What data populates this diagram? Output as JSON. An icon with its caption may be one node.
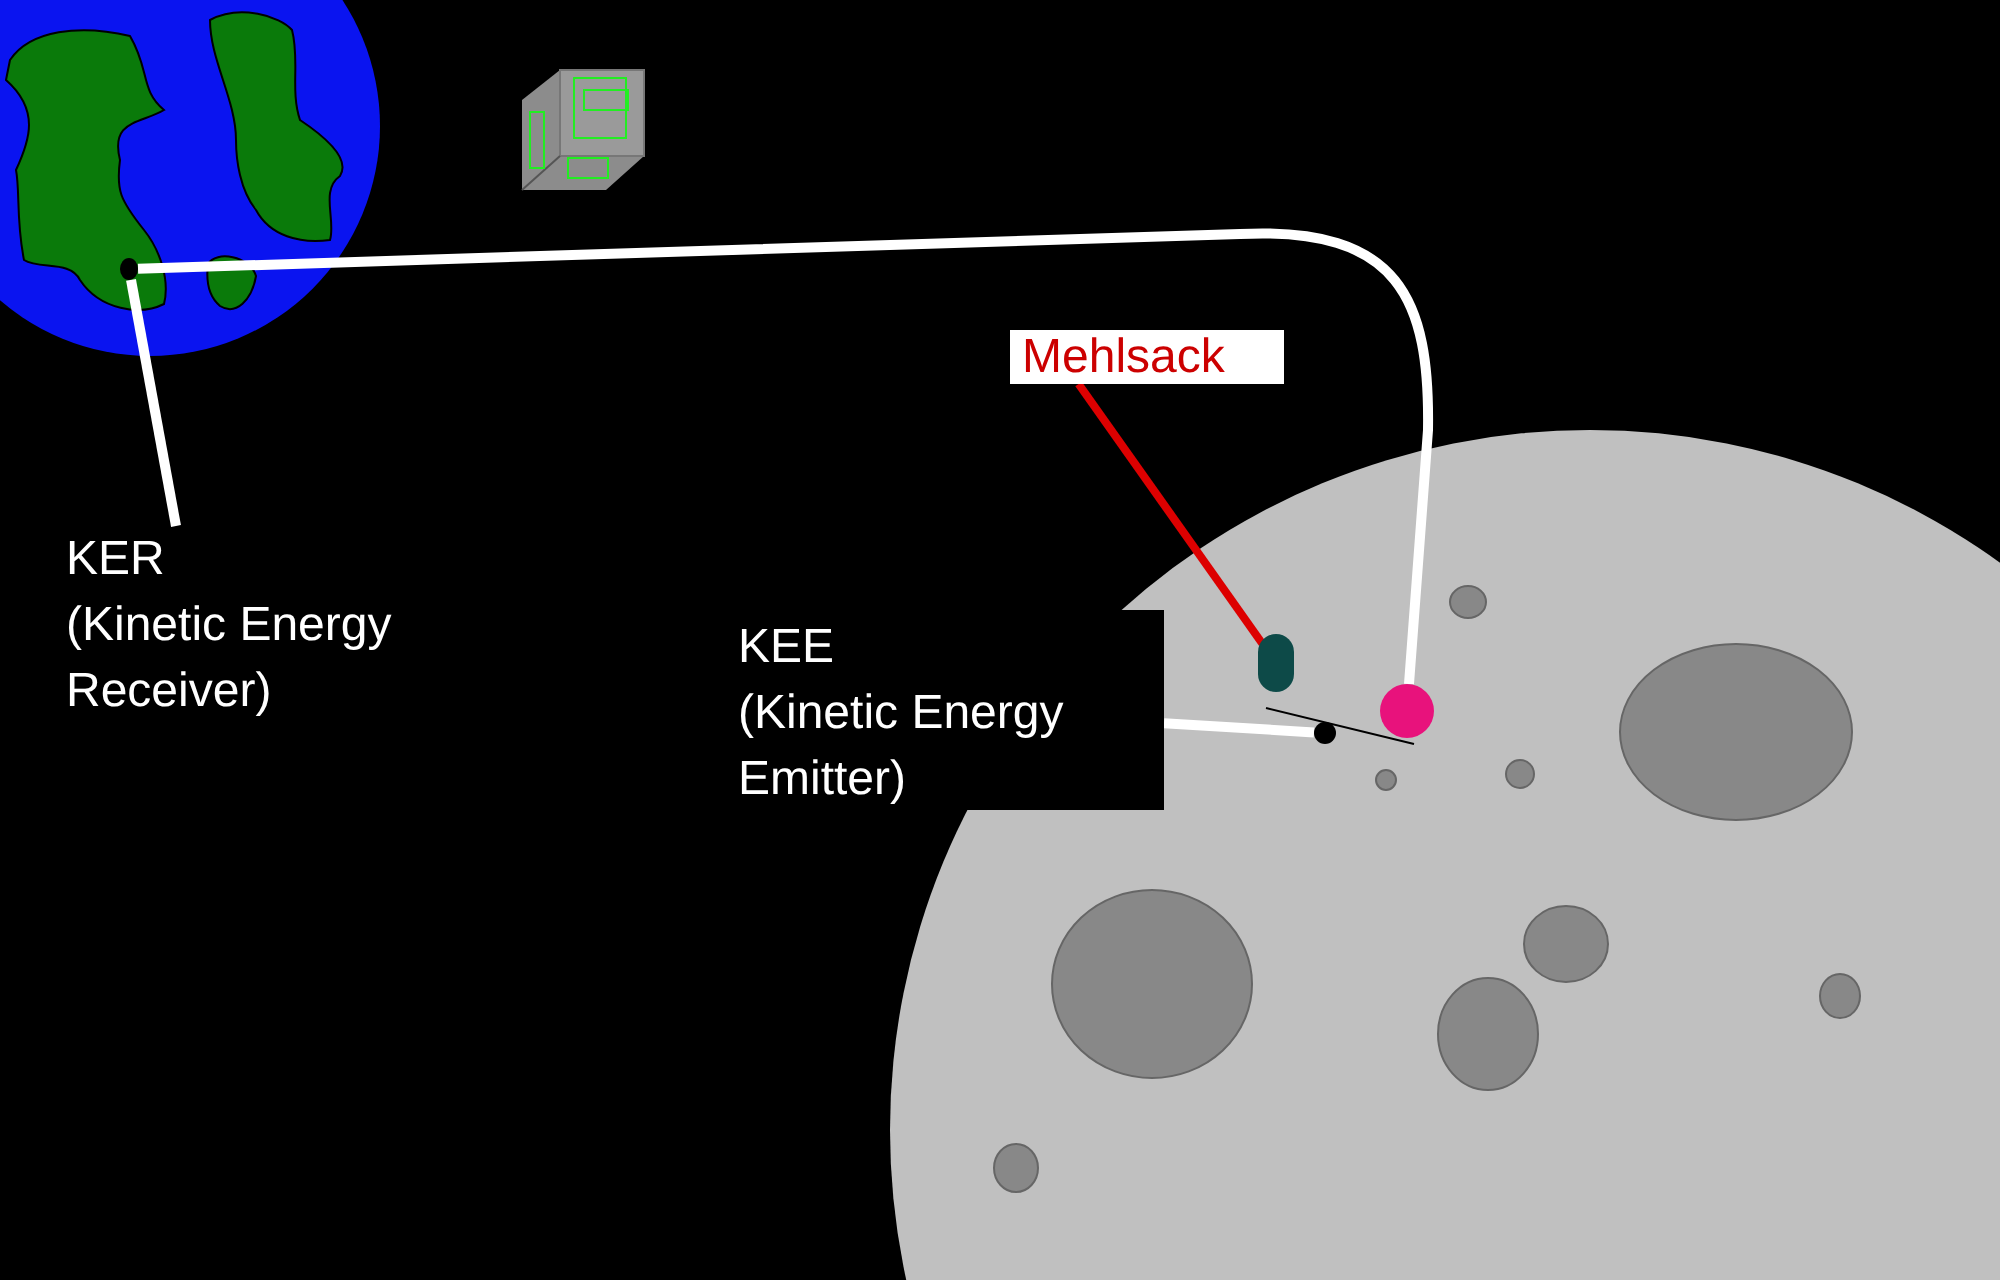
{
  "diagram": {
    "nodes": [
      {
        "text": [
          "KER",
          "(Kinetic Energy Receiver)"
        ]
      },
      {
        "text": [],
        "shape": "circle"
      },
      {
        "text": [
          "KEE",
          "(Kinetic Energy Emitter)"
        ]
      },
      {
        "text": [],
        "shape": "circle"
      },
      {
        "text": [],
        "shape": "circle"
      },
      {
        "text": [
          "Mehlsack"
        ]
      },
      {
        "text": [],
        "shape": "capsule"
      }
    ],
    "edges": [
      {
        "from": 0,
        "to": 1,
        "arrow": "none"
      },
      {
        "from": 2,
        "to": 3,
        "arrow": "none"
      },
      {
        "from": 1,
        "to": 4,
        "arrow": "none"
      },
      {
        "from": 5,
        "to": 6,
        "arrow": "none",
        "color": "#dd0000"
      }
    ]
  }
}
